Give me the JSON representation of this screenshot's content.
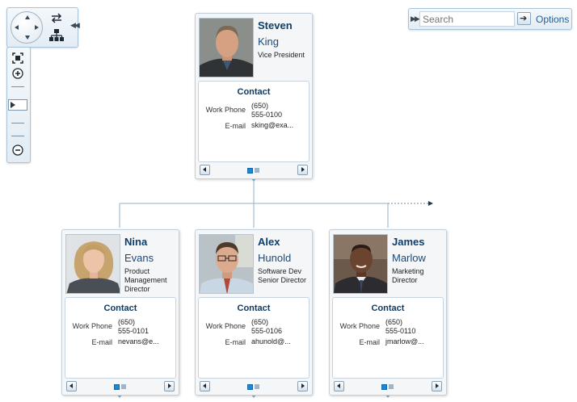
{
  "controls": {
    "icons": {
      "pan": "compass-icon",
      "rotate": "rotate-icon",
      "layout": "hierarchy-layout-icon",
      "collapse": "double-chevron-left-icon",
      "zoom_fit": "zoom-to-fit-icon",
      "zoom_in": "zoom-in-icon",
      "zoom_out": "zoom-out-icon"
    },
    "zoom_level": 0.5
  },
  "search": {
    "placeholder": "Search",
    "value": "",
    "options_label": "Options"
  },
  "contact_labels": {
    "heading": "Contact",
    "work_phone": "Work Phone",
    "email": "E-mail"
  },
  "nodes": {
    "root": {
      "first": "Steven",
      "last": "King",
      "title": "Vice President",
      "phone": "(650)\n555-0100",
      "email": "sking@exa..."
    },
    "children": [
      {
        "first": "Nina",
        "last": "Evans",
        "title": "Product Management Director",
        "phone": "(650)\n555-0101",
        "email": "nevans@e..."
      },
      {
        "first": "Alex",
        "last": "Hunold",
        "title": "Software Dev Senior Director",
        "phone": "(650)\n555-0106",
        "email": "ahunold@..."
      },
      {
        "first": "James",
        "last": "Marlow",
        "title": "Marketing Director",
        "phone": "(650)\n555-0110",
        "email": "jmarlow@..."
      }
    ]
  },
  "colors": {
    "accent": "#1f86d1",
    "name_text": "#0c3e6c",
    "connector": "#8fb0c8"
  }
}
